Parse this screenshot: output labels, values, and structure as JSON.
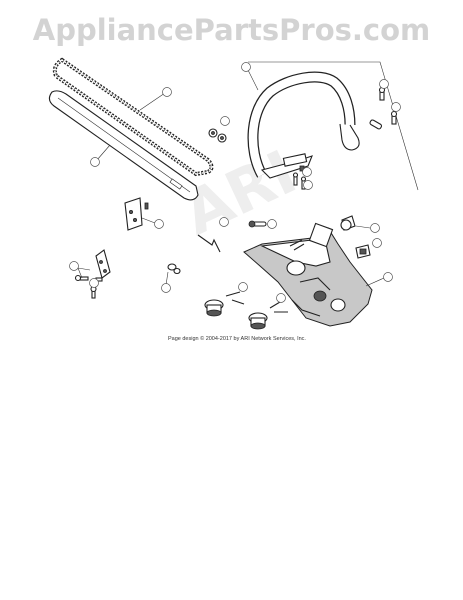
{
  "banner": {
    "text": "AppliancePartsPros.com"
  },
  "watermark": {
    "text": "ARI"
  },
  "footer": {
    "copyright": "Page design © 2004-2017 by ARI Network Services, Inc."
  }
}
